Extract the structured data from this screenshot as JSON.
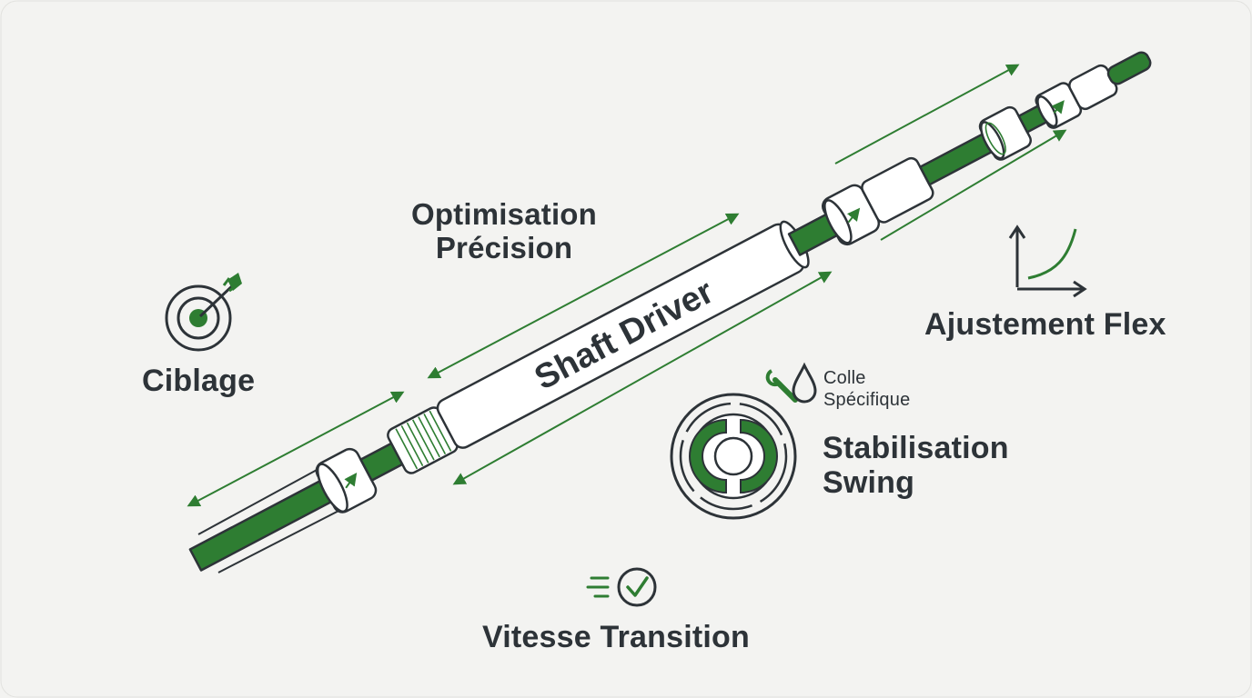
{
  "title": "Shaft Driver",
  "labels": {
    "optimisation_line1": "Optimisation",
    "optimisation_line2": "Précision",
    "ciblage": "Ciblage",
    "ajustement_flex": "Ajustement Flex",
    "colle_line1": "Colle",
    "colle_line2": "Spécifique",
    "stabilisation_line1": "Stabilisation",
    "stabilisation_line2": "Swing",
    "vitesse_transition": "Vitesse Transition"
  },
  "icons": {
    "ciblage": "target-arrow-icon",
    "flex": "flex-curve-icon",
    "colle": "wrench-drop-icon",
    "stabilisation": "stabilizer-ring-icon",
    "vitesse": "speed-check-icon"
  },
  "colors": {
    "accent": "#2e7d32",
    "ink": "#2d3338",
    "background": "#f3f3f1",
    "part": "#ffffff"
  }
}
